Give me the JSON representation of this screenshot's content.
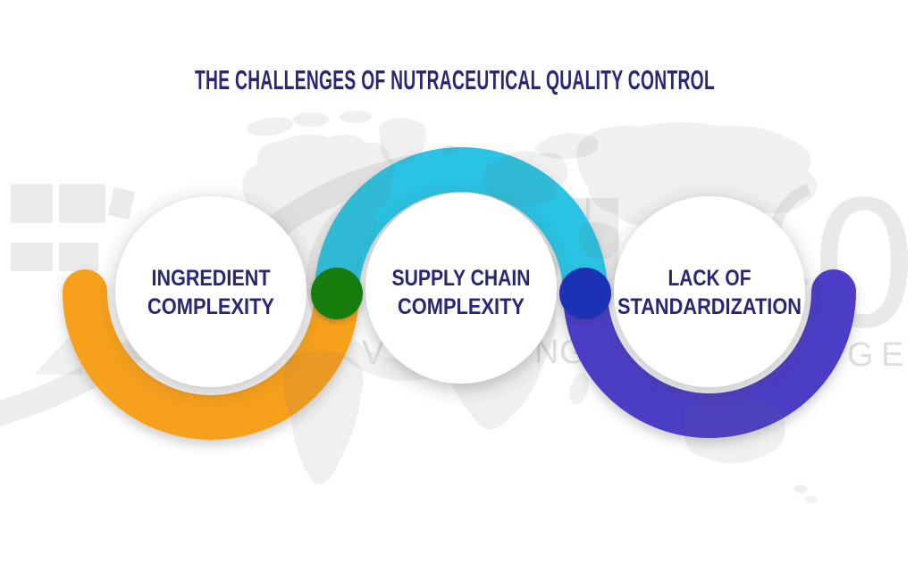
{
  "title": "THE CHALLENGES OF NUTRACEUTICAL QUALITY CONTROL",
  "challenges": [
    {
      "label_line1": "INGREDIENT",
      "label_line2": "COMPLEXITY"
    },
    {
      "label_line1": "SUPPLY CHAIN",
      "label_line2": "COMPLEXITY"
    },
    {
      "label_line1": "LACK OF",
      "label_line2": "STANDARDIZATION"
    }
  ],
  "colors": {
    "background": "#FFFFFF",
    "title_text": "#2B2577",
    "label_text": "#2B2674",
    "arc_orange": "#F6A01D",
    "arc_cyan": "#29C3E3",
    "arc_purple": "#4C3EC6",
    "connector_green": "#187D10",
    "connector_blue": "#1E33B4",
    "watermark_gray": "#E9E9E9"
  },
  "watermark_fragments": {
    "big_letter_t": "T",
    "big_letter_zero": "0",
    "row_letters": [
      "V",
      "N",
      "G",
      "G",
      "E"
    ]
  }
}
